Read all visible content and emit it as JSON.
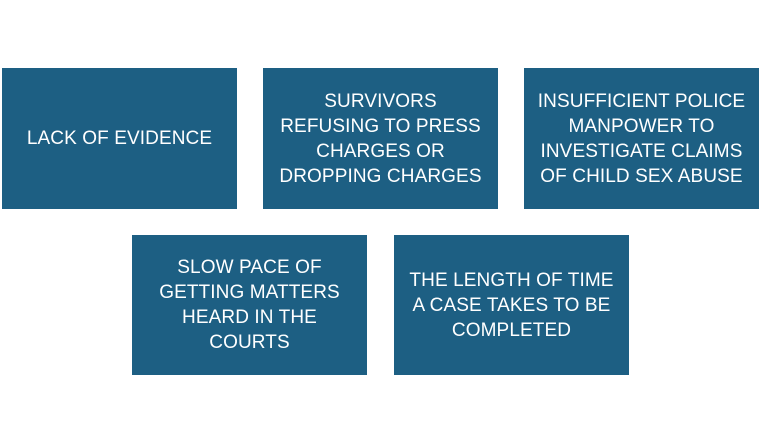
{
  "boxes": [
    {
      "text": "LACK OF EVIDENCE"
    },
    {
      "text": "SURVIVORS\nREFUSING TO PRESS\nCHARGES OR\nDROPPING CHARGES"
    },
    {
      "text": "INSUFFICIENT POLICE\nMANPOWER TO\nINVESTIGATE CLAIMS\nOF CHILD SEX ABUSE"
    },
    {
      "text": "SLOW PACE OF\nGETTING MATTERS\nHEARD IN THE\nCOURTS"
    },
    {
      "text": "THE LENGTH OF TIME\nA CASE TAKES TO BE\nCOMPLETED"
    }
  ],
  "colors": {
    "box_fill": "#1d5f83",
    "text": "#ffffff",
    "background": "#ffffff"
  }
}
